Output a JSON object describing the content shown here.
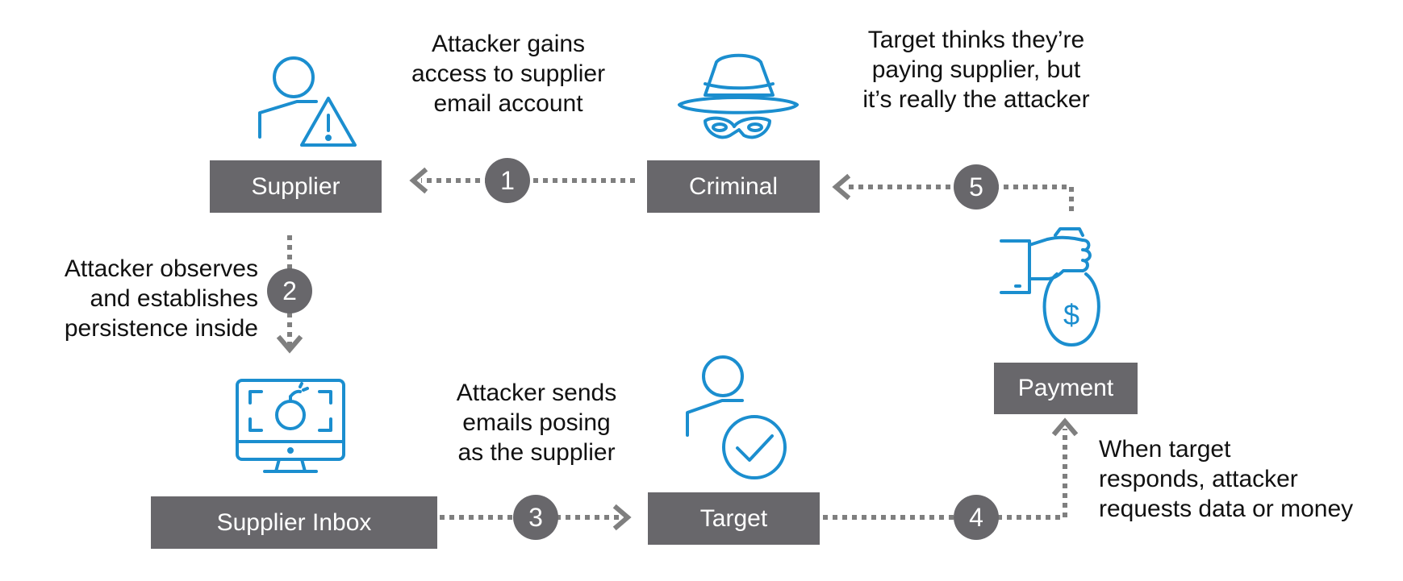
{
  "colors": {
    "node_fill": "#68676b",
    "icon_blue": "#1b8ecf",
    "connector": "#7f7f7f",
    "step_fill": "#68676b",
    "text": "#111111"
  },
  "nodes": {
    "supplier": {
      "label": "Supplier",
      "icon": "user-warning-icon"
    },
    "criminal": {
      "label": "Criminal",
      "icon": "spy-hat-mask-icon"
    },
    "supplier_inbox": {
      "label": "Supplier Inbox",
      "icon": "monitor-bomb-icon"
    },
    "target": {
      "label": "Target",
      "icon": "user-check-icon"
    },
    "payment": {
      "label": "Payment",
      "icon": "hand-money-bag-icon"
    }
  },
  "steps": [
    {
      "number": "1",
      "text": "Attacker gains\naccess to supplier\nemail account"
    },
    {
      "number": "2",
      "text": "Attacker observes\nand establishes\npersistence inside"
    },
    {
      "number": "3",
      "text": "Attacker sends\nemails posing\nas the supplier"
    },
    {
      "number": "4",
      "text": "When target\nresponds, attacker\nrequests data or money"
    },
    {
      "number": "5",
      "text": "Target thinks they’re\npaying supplier, but\nit’s really the attacker"
    }
  ]
}
